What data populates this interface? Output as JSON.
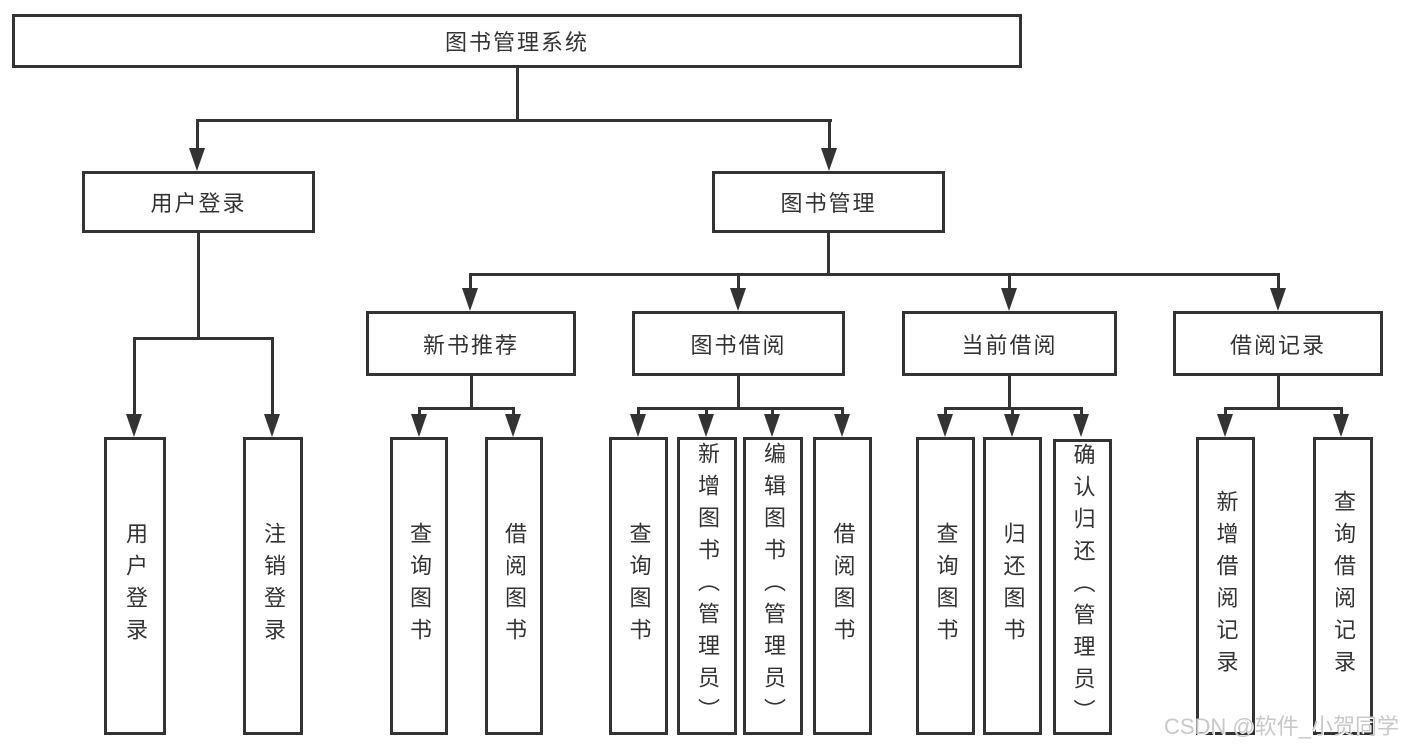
{
  "watermark": "CSDN @软件_小贺同学",
  "tree": {
    "root": {
      "label": "图书管理系统"
    },
    "nodes": {
      "user_login": {
        "label": "用户登录"
      },
      "book_mgmt": {
        "label": "图书管理"
      },
      "new_book_rec": {
        "label": "新书推荐"
      },
      "book_borrow": {
        "label": "图书借阅"
      },
      "current_borrow": {
        "label": "当前借阅"
      },
      "borrow_record": {
        "label": "借阅记录"
      },
      "leaf_user_login": {
        "label": "用户登录"
      },
      "leaf_logout": {
        "label": "注销登录"
      },
      "rec_query_book": {
        "label": "查询图书"
      },
      "rec_borrow_book": {
        "label": "借阅图书"
      },
      "bb_query_book": {
        "label": "查询图书"
      },
      "bb_add_book": {
        "label": "新增图书（管理员）"
      },
      "bb_edit_book": {
        "label": "编辑图书（管理员）"
      },
      "bb_borrow_book": {
        "label": "借阅图书"
      },
      "cb_query_book": {
        "label": "查询图书"
      },
      "cb_return_book": {
        "label": "归还图书"
      },
      "cb_confirm_return": {
        "label": "确认归还（管理员）"
      },
      "br_add_record": {
        "label": "新增借阅记录"
      },
      "br_query_record": {
        "label": "查询借阅记录"
      }
    }
  }
}
